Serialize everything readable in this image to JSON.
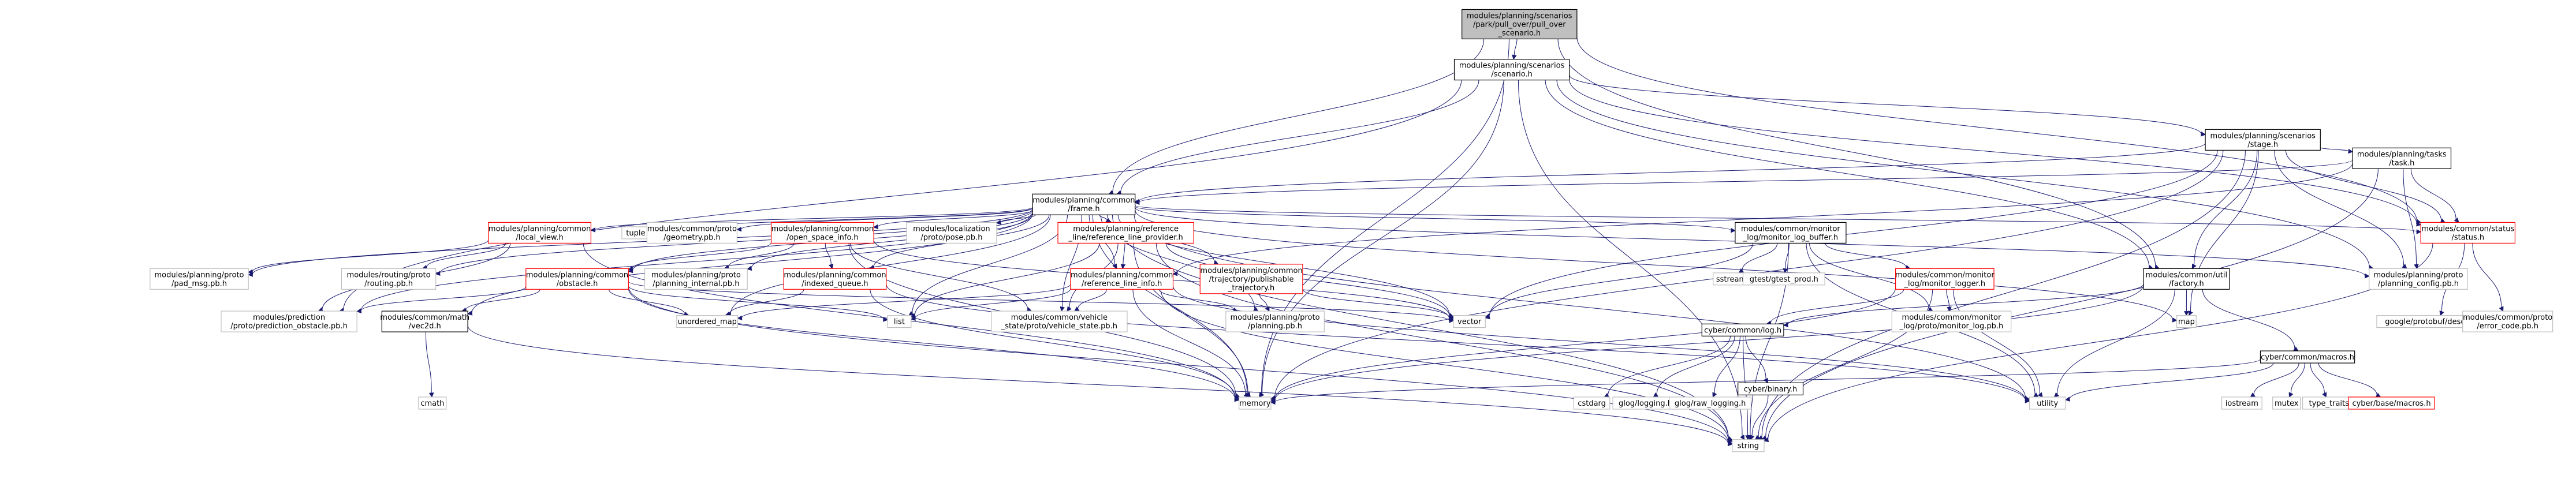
{
  "colors": {
    "edge": "#191970",
    "node_border": "#bfbfbf",
    "node_fill": "#ffffff",
    "root_fill": "#bfbfbf",
    "root_border": "#000000",
    "link_border": "#000000",
    "truncated_border": "#ff0000",
    "text": "#000000"
  },
  "nodes": [
    {
      "id": "n0",
      "lines": [
        "modules/planning/scenarios",
        "/park/pull_over/pull_over",
        "_scenario.h"
      ],
      "style": "root"
    },
    {
      "id": "n1",
      "lines": [
        "modules/planning/scenarios",
        "/scenario.h"
      ],
      "style": "link"
    },
    {
      "id": "n2",
      "lines": [
        "modules/planning/scenarios",
        "/stage.h"
      ],
      "style": "link"
    },
    {
      "id": "n3",
      "lines": [
        "modules/planning/tasks",
        "/task.h"
      ],
      "style": "link"
    },
    {
      "id": "n4",
      "lines": [
        "modules/planning/common",
        "/frame.h"
      ],
      "style": "link"
    },
    {
      "id": "n5",
      "lines": [
        "modules/planning/common",
        "/local_view.h"
      ],
      "style": "truncated"
    },
    {
      "id": "n6",
      "lines": [
        "tuple"
      ],
      "style": "ext"
    },
    {
      "id": "n7",
      "lines": [
        "modules/common/proto",
        "/geometry.pb.h"
      ],
      "style": "ext"
    },
    {
      "id": "n8",
      "lines": [
        "modules/planning/common",
        "/open_space_info.h"
      ],
      "style": "truncated"
    },
    {
      "id": "n9",
      "lines": [
        "modules/localization",
        "/proto/pose.pb.h"
      ],
      "style": "ext"
    },
    {
      "id": "n10",
      "lines": [
        "modules/planning/reference",
        "_line/reference_line_provider.h"
      ],
      "style": "truncated"
    },
    {
      "id": "n11",
      "lines": [
        "modules/common/monitor",
        "_log/monitor_log_buffer.h"
      ],
      "style": "link"
    },
    {
      "id": "n12",
      "lines": [
        "modules/common/status",
        "/status.h"
      ],
      "style": "truncated"
    },
    {
      "id": "n13",
      "lines": [
        "modules/planning/proto",
        "/pad_msg.pb.h"
      ],
      "style": "ext"
    },
    {
      "id": "n14",
      "lines": [
        "modules/routing/proto",
        "/routing.pb.h"
      ],
      "style": "ext"
    },
    {
      "id": "n15",
      "lines": [
        "modules/planning/common",
        "/obstacle.h"
      ],
      "style": "truncated"
    },
    {
      "id": "n16",
      "lines": [
        "modules/planning/proto",
        "/planning_internal.pb.h"
      ],
      "style": "ext"
    },
    {
      "id": "n17",
      "lines": [
        "modules/planning/common",
        "/indexed_queue.h"
      ],
      "style": "truncated"
    },
    {
      "id": "n18",
      "lines": [
        "modules/planning/common",
        "/reference_line_info.h"
      ],
      "style": "truncated"
    },
    {
      "id": "n19",
      "lines": [
        "modules/planning/common",
        "/trajectory/publishable",
        "_trajectory.h"
      ],
      "style": "truncated"
    },
    {
      "id": "n20",
      "lines": [
        "sstream"
      ],
      "style": "ext"
    },
    {
      "id": "n21",
      "lines": [
        "gtest/gtest_prod.h"
      ],
      "style": "ext"
    },
    {
      "id": "n22",
      "lines": [
        "modules/common/monitor",
        "_log/monitor_logger.h"
      ],
      "style": "truncated"
    },
    {
      "id": "n23",
      "lines": [
        "modules/common/util",
        "/factory.h"
      ],
      "style": "link"
    },
    {
      "id": "n24",
      "lines": [
        "modules/planning/proto",
        "/planning_config.pb.h"
      ],
      "style": "ext"
    },
    {
      "id": "n25",
      "lines": [
        "google/protobuf/descriptor.h"
      ],
      "style": "ext"
    },
    {
      "id": "n26",
      "lines": [
        "modules/common/proto",
        "/error_code.pb.h"
      ],
      "style": "ext"
    },
    {
      "id": "n27",
      "lines": [
        "modules/prediction",
        "/proto/prediction_obstacle.pb.h"
      ],
      "style": "ext"
    },
    {
      "id": "n28",
      "lines": [
        "modules/common/math",
        "/vec2d.h"
      ],
      "style": "link"
    },
    {
      "id": "n29",
      "lines": [
        "unordered_map"
      ],
      "style": "ext"
    },
    {
      "id": "n30",
      "lines": [
        "list"
      ],
      "style": "ext"
    },
    {
      "id": "n31",
      "lines": [
        "modules/common/vehicle",
        "_state/proto/vehicle_state.pb.h"
      ],
      "style": "ext"
    },
    {
      "id": "n32",
      "lines": [
        "modules/planning/proto",
        "/planning.pb.h"
      ],
      "style": "ext"
    },
    {
      "id": "n33",
      "lines": [
        "vector"
      ],
      "style": "ext"
    },
    {
      "id": "n34",
      "lines": [
        "cyber/common/log.h"
      ],
      "style": "link"
    },
    {
      "id": "n35",
      "lines": [
        "modules/common/monitor",
        "_log/proto/monitor_log.pb.h"
      ],
      "style": "ext"
    },
    {
      "id": "n36",
      "lines": [
        "map"
      ],
      "style": "ext"
    },
    {
      "id": "n37",
      "lines": [
        "cyber/common/macros.h"
      ],
      "style": "link"
    },
    {
      "id": "n38",
      "lines": [
        "cmath"
      ],
      "style": "ext"
    },
    {
      "id": "n39",
      "lines": [
        "memory"
      ],
      "style": "ext"
    },
    {
      "id": "n40",
      "lines": [
        "cstdarg"
      ],
      "style": "ext"
    },
    {
      "id": "n41",
      "lines": [
        "glog/logging.h"
      ],
      "style": "ext"
    },
    {
      "id": "n42",
      "lines": [
        "glog/raw_logging.h"
      ],
      "style": "ext"
    },
    {
      "id": "n43",
      "lines": [
        "cyber/binary.h"
      ],
      "style": "link"
    },
    {
      "id": "n44",
      "lines": [
        "utility"
      ],
      "style": "ext"
    },
    {
      "id": "n45",
      "lines": [
        "iostream"
      ],
      "style": "ext"
    },
    {
      "id": "n46",
      "lines": [
        "mutex"
      ],
      "style": "ext"
    },
    {
      "id": "n47",
      "lines": [
        "type_traits"
      ],
      "style": "ext"
    },
    {
      "id": "n48",
      "lines": [
        "cyber/base/macros.h"
      ],
      "style": "truncated"
    },
    {
      "id": "n49",
      "lines": [
        "string"
      ],
      "style": "ext"
    }
  ],
  "edges": [
    [
      "n0",
      "n1"
    ],
    [
      "n0",
      "n4"
    ],
    [
      "n0",
      "n12"
    ],
    [
      "n0",
      "n23"
    ],
    [
      "n0",
      "n39"
    ],
    [
      "n1",
      "n2"
    ],
    [
      "n1",
      "n4"
    ],
    [
      "n1",
      "n12"
    ],
    [
      "n1",
      "n24"
    ],
    [
      "n1",
      "n23"
    ],
    [
      "n1",
      "n39"
    ],
    [
      "n1",
      "n49"
    ],
    [
      "n1",
      "n27"
    ],
    [
      "n2",
      "n3"
    ],
    [
      "n2",
      "n4"
    ],
    [
      "n2",
      "n12"
    ],
    [
      "n2",
      "n24"
    ],
    [
      "n2",
      "n23"
    ],
    [
      "n2",
      "n33"
    ],
    [
      "n2",
      "n39"
    ],
    [
      "n2",
      "n36"
    ],
    [
      "n2",
      "n49"
    ],
    [
      "n3",
      "n4"
    ],
    [
      "n3",
      "n12"
    ],
    [
      "n3",
      "n24"
    ],
    [
      "n3",
      "n18"
    ],
    [
      "n3",
      "n49"
    ],
    [
      "n4",
      "n5"
    ],
    [
      "n4",
      "n6"
    ],
    [
      "n4",
      "n7"
    ],
    [
      "n4",
      "n8"
    ],
    [
      "n4",
      "n9"
    ],
    [
      "n4",
      "n10"
    ],
    [
      "n4",
      "n11"
    ],
    [
      "n4",
      "n12"
    ],
    [
      "n4",
      "n13"
    ],
    [
      "n4",
      "n14"
    ],
    [
      "n4",
      "n15"
    ],
    [
      "n4",
      "n16"
    ],
    [
      "n4",
      "n17"
    ],
    [
      "n4",
      "n18"
    ],
    [
      "n4",
      "n19"
    ],
    [
      "n4",
      "n24"
    ],
    [
      "n4",
      "n28"
    ],
    [
      "n4",
      "n29"
    ],
    [
      "n4",
      "n30"
    ],
    [
      "n4",
      "n31"
    ],
    [
      "n4",
      "n32"
    ],
    [
      "n4",
      "n33"
    ],
    [
      "n4",
      "n36"
    ],
    [
      "n4",
      "n39"
    ],
    [
      "n4",
      "n44"
    ],
    [
      "n4",
      "n49"
    ],
    [
      "n4",
      "n27"
    ],
    [
      "n5",
      "n13"
    ],
    [
      "n5",
      "n14"
    ],
    [
      "n5",
      "n27"
    ],
    [
      "n5",
      "n39"
    ],
    [
      "n8",
      "n15"
    ],
    [
      "n8",
      "n17"
    ],
    [
      "n8",
      "n16"
    ],
    [
      "n8",
      "n31"
    ],
    [
      "n8",
      "n33"
    ],
    [
      "n8",
      "n39"
    ],
    [
      "n10",
      "n18"
    ],
    [
      "n10",
      "n31"
    ],
    [
      "n10",
      "n30"
    ],
    [
      "n10",
      "n33"
    ],
    [
      "n10",
      "n39"
    ],
    [
      "n10",
      "n49"
    ],
    [
      "n11",
      "n20"
    ],
    [
      "n11",
      "n21"
    ],
    [
      "n11",
      "n22"
    ],
    [
      "n11",
      "n35"
    ],
    [
      "n11",
      "n33"
    ],
    [
      "n11",
      "n44"
    ],
    [
      "n11",
      "n49"
    ],
    [
      "n12",
      "n25"
    ],
    [
      "n12",
      "n26"
    ],
    [
      "n12",
      "n49"
    ],
    [
      "n15",
      "n28"
    ],
    [
      "n15",
      "n27"
    ],
    [
      "n15",
      "n29"
    ],
    [
      "n15",
      "n30"
    ],
    [
      "n15",
      "n39"
    ],
    [
      "n15",
      "n49"
    ],
    [
      "n15",
      "n33"
    ],
    [
      "n17",
      "n29"
    ],
    [
      "n17",
      "n39"
    ],
    [
      "n17",
      "n44"
    ],
    [
      "n18",
      "n31"
    ],
    [
      "n18",
      "n32"
    ],
    [
      "n18",
      "n30"
    ],
    [
      "n18",
      "n29"
    ],
    [
      "n18",
      "n39"
    ],
    [
      "n18",
      "n49"
    ],
    [
      "n18",
      "n44"
    ],
    [
      "n19",
      "n32"
    ],
    [
      "n19",
      "n33"
    ],
    [
      "n22",
      "n34"
    ],
    [
      "n22",
      "n35"
    ],
    [
      "n22",
      "n39"
    ],
    [
      "n22",
      "n49"
    ],
    [
      "n22",
      "n44"
    ],
    [
      "n23",
      "n34"
    ],
    [
      "n23",
      "n36"
    ],
    [
      "n23",
      "n37"
    ],
    [
      "n23",
      "n39"
    ],
    [
      "n23",
      "n44"
    ],
    [
      "n28",
      "n38"
    ],
    [
      "n28",
      "n49"
    ],
    [
      "n34",
      "n40"
    ],
    [
      "n34",
      "n41"
    ],
    [
      "n34",
      "n42"
    ],
    [
      "n34",
      "n43"
    ],
    [
      "n34",
      "n49"
    ],
    [
      "n37",
      "n45"
    ],
    [
      "n37",
      "n46"
    ],
    [
      "n37",
      "n47"
    ],
    [
      "n37",
      "n48"
    ],
    [
      "n37",
      "n39"
    ],
    [
      "n37",
      "n44"
    ],
    [
      "n43",
      "n49"
    ]
  ]
}
